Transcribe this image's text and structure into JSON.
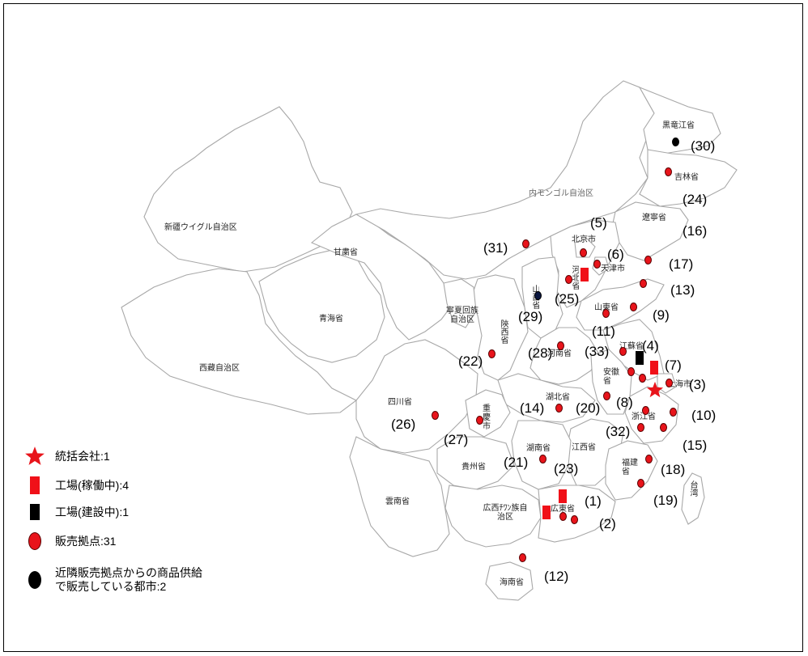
{
  "colors": {
    "accent_red": "#e8141b",
    "black": "#000000",
    "outline": "#a8a8a8"
  },
  "provinces": {
    "xinjiang": "新疆ウイグル自治区",
    "tibet": "西藏自治区",
    "qinghai": "青海省",
    "gansu": "甘粛省",
    "inner_mongolia": "内モンゴル自治区",
    "heilongjiang": "黒竜江省",
    "jilin": "吉林省",
    "liaoning": "遼寧省",
    "beijing": "北京市",
    "tianjin": "天津市",
    "hebei": "河北省",
    "shanxi": "山西省",
    "ningxia": "寧夏回族自治区",
    "shaanxi": "陝西省",
    "shandong": "山東省",
    "henan": "河南省",
    "jiangsu": "江蘇省",
    "anhui": "安徽省",
    "shanghai": "上海市",
    "hubei": "湖北省",
    "sichuan": "四川省",
    "chongqing": "重慶市",
    "zhejiang": "浙江省",
    "jiangxi": "江西省",
    "hunan": "湖南省",
    "guizhou": "貴州省",
    "fujian": "福建省",
    "taiwan": "台湾",
    "yunnan": "雲南省",
    "guangxi": "広西ﾁﾜﾝ族自治区",
    "guangdong": "広東省",
    "hainan": "海南省"
  },
  "numbers": {
    "n1": "(1)",
    "n2": "(2)",
    "n3": "(3)",
    "n4": "(4)",
    "n5": "(5)",
    "n6": "(6)",
    "n7": "(7)",
    "n8": "(8)",
    "n9": "(9)",
    "n10": "(10)",
    "n11": "(11)",
    "n12": "(12)",
    "n13": "(13)",
    "n14": "(14)",
    "n15": "(15)",
    "n16": "(16)",
    "n17": "(17)",
    "n18": "(18)",
    "n19": "(19)",
    "n20": "(20)",
    "n21": "(21)",
    "n22": "(22)",
    "n23": "(23)",
    "n24": "(24)",
    "n25": "(25)",
    "n26": "(26)",
    "n27": "(27)",
    "n28": "(28)",
    "n29": "(29)",
    "n30": "(30)",
    "n31": "(31)",
    "n32": "(32)",
    "n33": "(33)"
  },
  "legend": {
    "hq": "統括会社:1",
    "factory_running": "工場(稼働中):4",
    "factory_construction": "工場(建設中):1",
    "sales_base": "販売拠点:31",
    "nearby_supply": "近隣販売拠点からの商品供給\nで販売している都市:2"
  }
}
